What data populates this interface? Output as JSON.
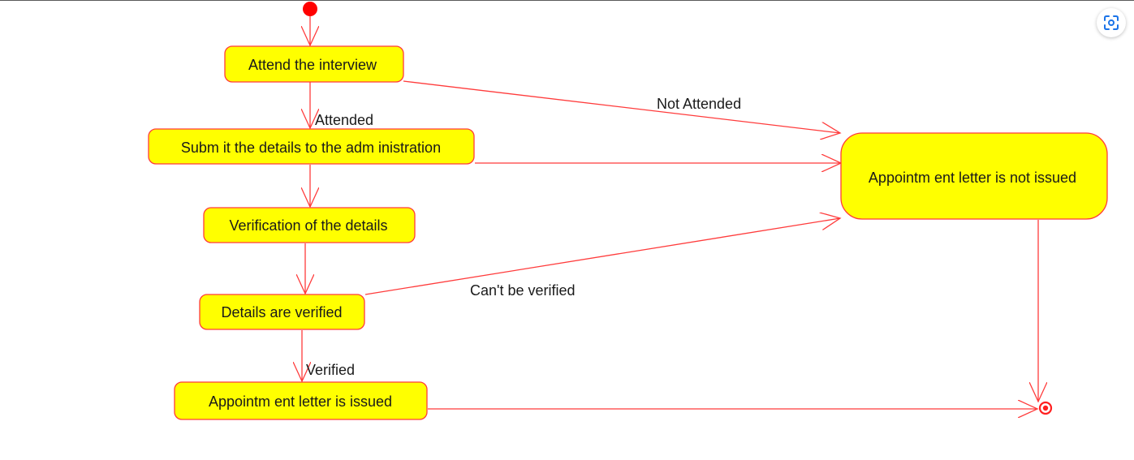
{
  "colors": {
    "node_fill": "#ffff00",
    "stroke": "#ff3b3b",
    "text": "#1a1a1a",
    "start": "#ff0000",
    "lens_icon": "#1a73e8"
  },
  "icons": {
    "lens": "lens-scan-icon"
  },
  "nodes": {
    "attend_interview": "Attend the interview",
    "submit_details": "Subm it the details to the adm inistration",
    "verification": "Verification of the details",
    "details_verified": "Details are verified",
    "letter_issued": "Appointm ent letter is issued",
    "letter_not_issued": "Appointm ent letter is not issued"
  },
  "edges": {
    "attended": "Attended",
    "not_attended": "Not Attended",
    "cant_verify": "Can't be verified",
    "verified": "Verified"
  }
}
